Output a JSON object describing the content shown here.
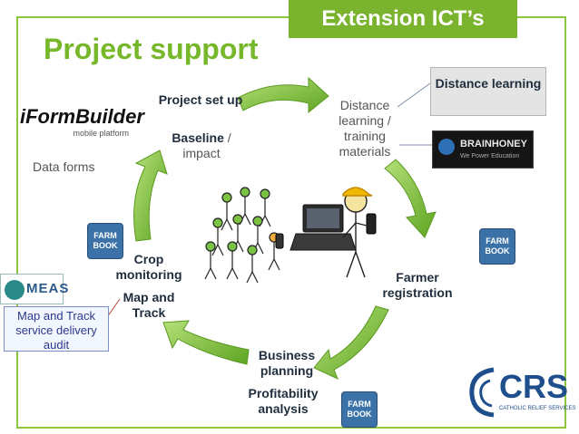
{
  "banner": "Extension ICT’s",
  "title": "Project support",
  "cycle": {
    "project_setup": "Project set up",
    "baseline": "Baseline",
    "slash": "/",
    "impact": "impact",
    "distance_materials": "Distance learning / training materials",
    "farmer_registration": "Farmer registration",
    "business_planning": "Business planning",
    "profitability": "Profitability analysis",
    "crop_monitoring": "Crop monitoring",
    "map_track": "Map and Track"
  },
  "left": {
    "data_forms": "Data forms",
    "map_box": "Map and Track service delivery audit"
  },
  "right": {
    "distance_box": "Distance learning"
  },
  "logos": {
    "iformbuilder": "iFormBuilder",
    "iformbuilder_sub": "mobile platform",
    "brainhoney": "BRAINHONEY",
    "brainhoney_sub": "We Power Education",
    "farmbook_1": "FARM",
    "farmbook_2": "BOOK",
    "meas": "MEAS",
    "crs": "CRS",
    "crs_sub": "CATHOLIC RELIEF SERVICES"
  },
  "colors": {
    "green": "#76b82a",
    "banner_green": "#7ab32e",
    "arrow_green": "#8dc63f",
    "dark_text": "#1f2d3d"
  }
}
